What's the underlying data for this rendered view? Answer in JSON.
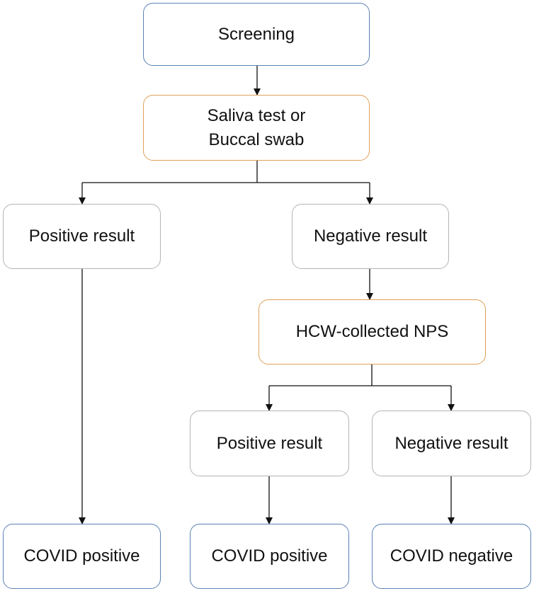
{
  "colors": {
    "blue": "#5b82b5",
    "orange": "#e0a05a",
    "gray": "#b4b4b4",
    "text": "#111111",
    "line": "#111111"
  },
  "nodes": {
    "screening": {
      "label": "Screening",
      "color": "blue"
    },
    "saliva_test": {
      "label_line1": "Saliva test or",
      "label_line2": "Buccal swab",
      "color": "orange"
    },
    "first_positive": {
      "label": "Positive result",
      "color": "gray"
    },
    "first_negative": {
      "label": "Negative result",
      "color": "gray"
    },
    "hcw_nps": {
      "label": "HCW-collected NPS",
      "color": "orange"
    },
    "second_positive": {
      "label": "Positive result",
      "color": "gray"
    },
    "second_negative": {
      "label": "Negative result",
      "color": "gray"
    },
    "outcome_positive_1": {
      "label": "COVID positive",
      "color": "blue"
    },
    "outcome_positive_2": {
      "label": "COVID positive",
      "color": "blue"
    },
    "outcome_negative": {
      "label": "COVID negative",
      "color": "blue"
    }
  }
}
